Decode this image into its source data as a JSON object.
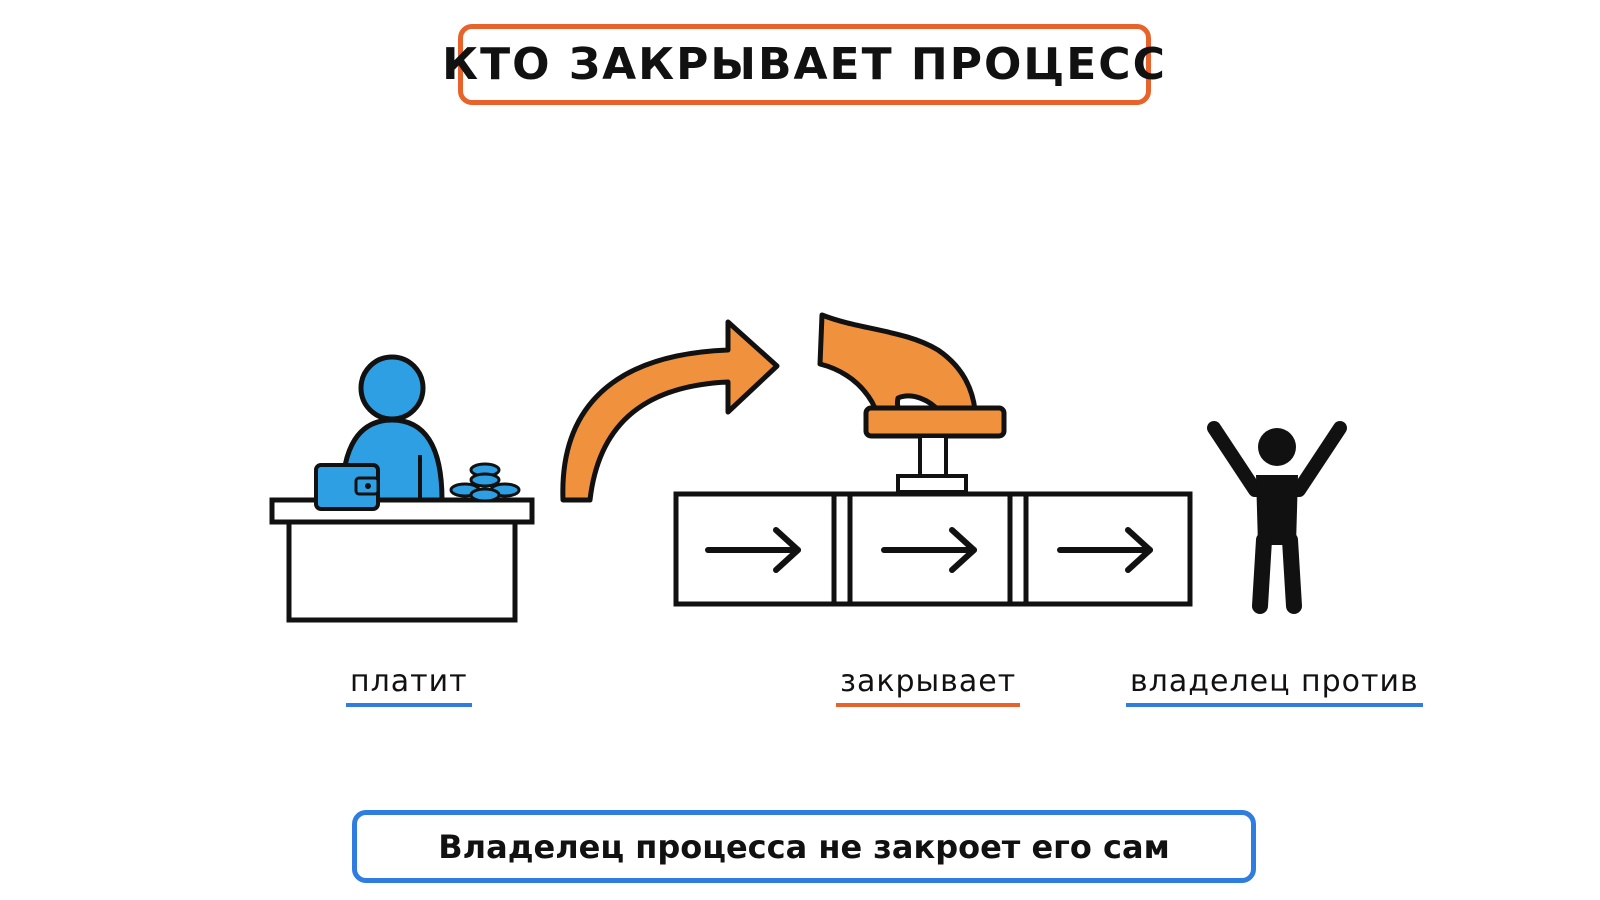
{
  "title": "КТО ЗАКРЫВАЕТ ПРОЦЕСС",
  "labels": {
    "pays": "платит",
    "closes": "закрывает",
    "owner": "владелец против"
  },
  "caption": "Владелец процесса не закроет его сам",
  "colors": {
    "orange": "#e8622b",
    "orange_fill": "#f0913d",
    "blue": "#2f7de0",
    "blue_fill": "#2e9fe2",
    "ink": "#111111"
  },
  "icons": [
    "person-at-desk-icon",
    "wallet-icon",
    "coins-icon",
    "curved-arrow-icon",
    "hand-icon",
    "stamp-button-icon",
    "process-pipeline-icon",
    "arrow-right-icon",
    "person-arms-raised-icon"
  ]
}
